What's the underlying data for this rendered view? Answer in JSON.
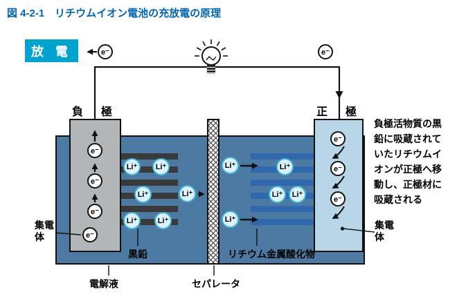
{
  "figure_title": "図 4-2-1　リチウムイオン電池の充放電の原理",
  "mode_badge": "放 電",
  "electrodes": {
    "negative_label": "負　極",
    "positive_label": "正　極"
  },
  "labels": {
    "current_collector_left": "集電\n体",
    "current_collector_right": "集電\n体",
    "graphite": "黒鉛",
    "electrolyte": "電解液",
    "separator": "セパレータ",
    "lithium_metal_oxide": "リチウム金属酸化物"
  },
  "annotation": "負極活物質の黒\n鉛に吸蔵されて\nいたリチウムイ\nオンが正極へ移\n動し、正極材に\n吸蔵される",
  "symbols": {
    "electron": "e⁻",
    "lithium_ion": "Li⁺"
  },
  "colors": {
    "title_blue": "#0066b3",
    "badge_cyan": "#00a3d0",
    "electrolyte_blue": "#4d7aa2",
    "negative_gray": "#b3b6b8",
    "positive_blue": "#b8d6e8",
    "graphite_dark": "#3a3a3a",
    "oxide_blue": "#2f68ad",
    "lithium_ring": "#45b8dc"
  }
}
